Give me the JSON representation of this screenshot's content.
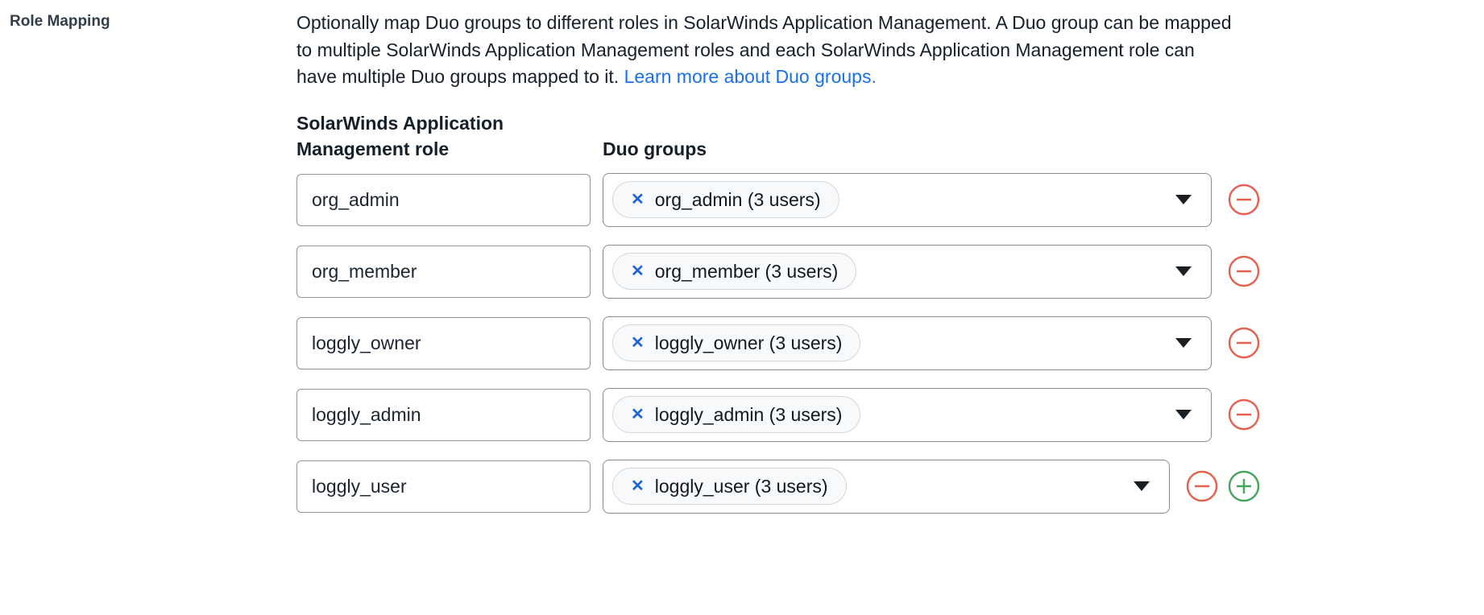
{
  "colors": {
    "link_blue": "#1a70e8",
    "tag_x_blue": "#2064d4",
    "remove_red": "#e2614f",
    "add_green": "#4aa45a",
    "text_dark": "#15202b",
    "chip_bg": "#f7f9fa",
    "border_gray": "#848c95"
  },
  "icons": {
    "tag_remove": "✕",
    "chevron_down": "chevron-down",
    "remove_row": "minus-circle",
    "add_row": "plus-circle"
  },
  "section": {
    "label": "Role Mapping",
    "description": "Optionally map Duo groups to different roles in SolarWinds Application Management. A Duo group can be mapped to multiple SolarWinds Application Management roles and each SolarWinds Application Management role can have multiple Duo groups mapped to it. ",
    "link_text": "Learn more about Duo groups.",
    "columns": {
      "role_header": "SolarWinds Application Management role",
      "groups_header": "Duo groups"
    },
    "rows": [
      {
        "role_value": "org_admin",
        "tag_label": "org_admin (3 users)"
      },
      {
        "role_value": "org_member",
        "tag_label": "org_member (3 users)"
      },
      {
        "role_value": "loggly_owner",
        "tag_label": "loggly_owner (3 users)"
      },
      {
        "role_value": "loggly_admin",
        "tag_label": "loggly_admin (3 users)"
      },
      {
        "role_value": "loggly_user",
        "tag_label": "loggly_user (3 users)"
      }
    ]
  }
}
